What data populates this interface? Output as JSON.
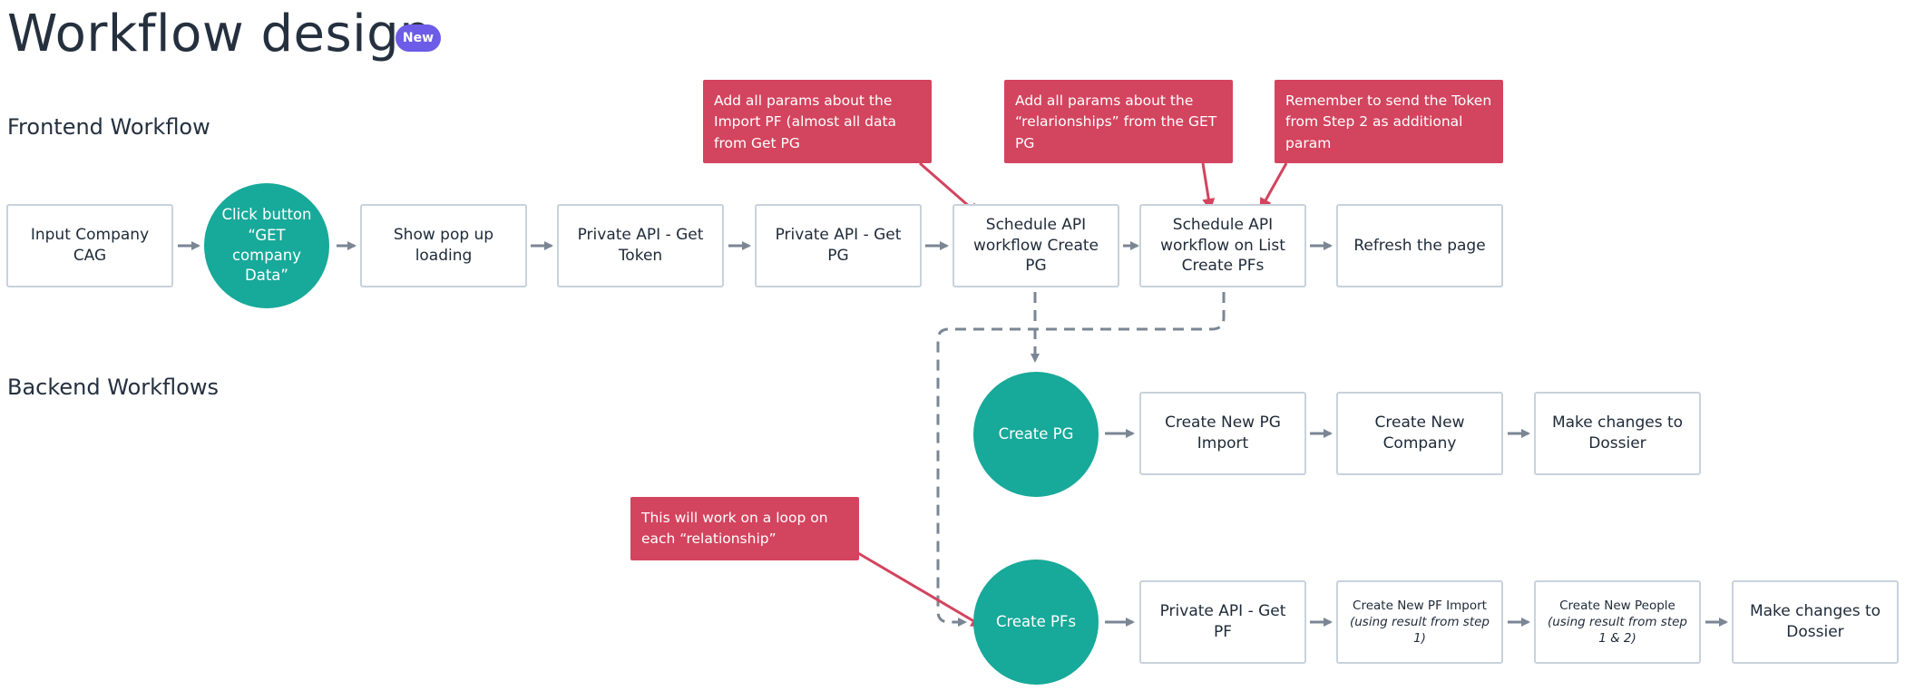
{
  "page": {
    "title": "Workflow design",
    "badge": "New"
  },
  "sections": {
    "frontend": "Frontend Workflow",
    "backend": "Backend Workflows"
  },
  "frontend": {
    "input_company": "Input Company CAG",
    "click_button": "Click button “GET company Data”",
    "show_popup": "Show pop up loading",
    "get_token": "Private API - Get Token",
    "get_pg": "Private API - Get PG",
    "schedule_create_pg": "Schedule API workflow Create PG",
    "schedule_list_pfs": "Schedule API workflow on List Create PFs",
    "refresh": "Refresh the page"
  },
  "backend_pg": {
    "create_pg": "Create PG",
    "new_pg_import": "Create New PG Import",
    "new_company": "Create New Company",
    "dossier": "Make changes to Dossier"
  },
  "backend_pfs": {
    "create_pfs": "Create PFs",
    "get_pf": "Private API - Get PF",
    "new_pf_import": "Create New PF Import",
    "new_pf_import_note": "(using result from step 1)",
    "new_people": "Create New People",
    "new_people_note": "(using result from step 1 & 2)",
    "dossier": "Make changes to Dossier"
  },
  "notes": {
    "import_pf": "Add all params about the Import PF (almost all data from Get PG",
    "relationships": "Add all params about the “relarionships” from the GET PG",
    "token": "Remember to send the Token from Step 2 as additional param",
    "loop": "This will work on a loop on each “relationship”"
  },
  "colors": {
    "node_fill": "#17a999",
    "note_fill": "#d3445e",
    "arrow": "#7a8694",
    "box_border": "#c8d2dc",
    "badge": "#6c5ce7"
  }
}
